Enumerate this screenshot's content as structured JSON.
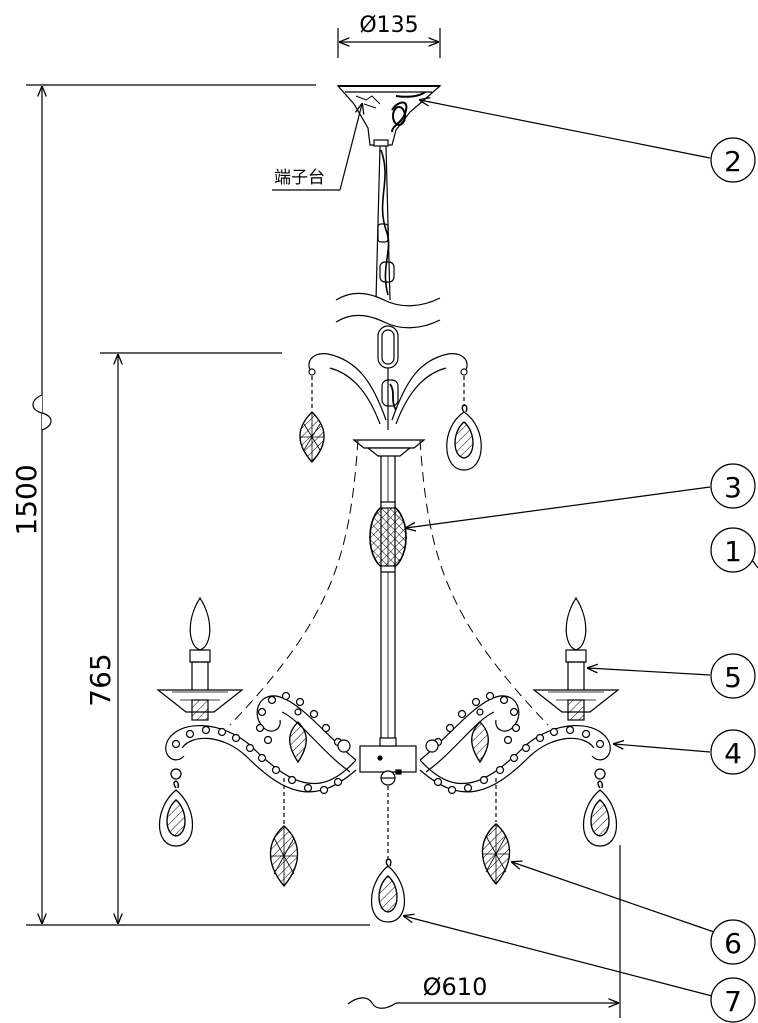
{
  "dimensions": {
    "canopy_diameter": "Ø135",
    "overall_height": "1500",
    "body_height": "765",
    "body_diameter": "Ø610"
  },
  "labels": {
    "terminal_block": "端子台"
  },
  "callouts": [
    {
      "id": "callout-1",
      "number": "1"
    },
    {
      "id": "callout-2",
      "number": "2"
    },
    {
      "id": "callout-3",
      "number": "3"
    },
    {
      "id": "callout-4",
      "number": "4"
    },
    {
      "id": "callout-5",
      "number": "5"
    },
    {
      "id": "callout-6",
      "number": "6"
    },
    {
      "id": "callout-7",
      "number": "7"
    }
  ]
}
